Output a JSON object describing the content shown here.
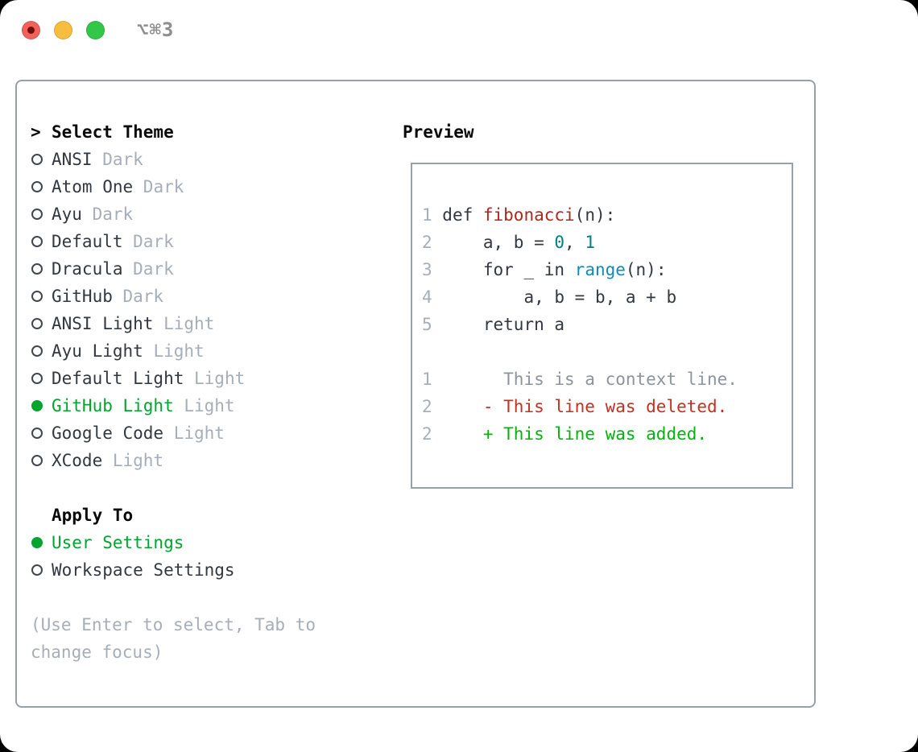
{
  "window": {
    "title": "⌥⌘3",
    "traffic_lights": [
      {
        "name": "close",
        "color": "#f2615a",
        "dot_color": "#6f100c"
      },
      {
        "name": "minimize",
        "color": "#f6bd3f",
        "dot_color": ""
      },
      {
        "name": "zoom",
        "color": "#33c748",
        "dot_color": ""
      }
    ]
  },
  "theme_picker": {
    "heading": {
      "marker": ">",
      "label": "Select Theme"
    },
    "items": [
      {
        "name": "ANSI",
        "variant": "Dark",
        "selected": false
      },
      {
        "name": "Atom One",
        "variant": "Dark",
        "selected": false
      },
      {
        "name": "Ayu",
        "variant": "Dark",
        "selected": false
      },
      {
        "name": "Default",
        "variant": "Dark",
        "selected": false
      },
      {
        "name": "Dracula",
        "variant": "Dark",
        "selected": false
      },
      {
        "name": "GitHub",
        "variant": "Dark",
        "selected": false
      },
      {
        "name": "ANSI Light",
        "variant": "Light",
        "selected": false
      },
      {
        "name": "Ayu Light",
        "variant": "Light",
        "selected": false
      },
      {
        "name": "Default Light",
        "variant": "Light",
        "selected": false
      },
      {
        "name": "GitHub Light",
        "variant": "Light",
        "selected": true
      },
      {
        "name": "Google Code",
        "variant": "Light",
        "selected": false
      },
      {
        "name": "XCode",
        "variant": "Light",
        "selected": false
      }
    ],
    "apply_to": {
      "heading": "Apply To",
      "options": [
        {
          "label": "User Settings",
          "selected": true
        },
        {
          "label": "Workspace Settings",
          "selected": false
        }
      ]
    },
    "hint_lines": [
      "(Use Enter to select, Tab to",
      "change focus)"
    ]
  },
  "preview": {
    "heading": "Preview",
    "code_lines": [
      {
        "num": "1",
        "tokens": [
          {
            "text": " def ",
            "type": "code"
          },
          {
            "text": "fibonacci",
            "type": "func"
          },
          {
            "text": "(n):",
            "type": "code"
          }
        ]
      },
      {
        "num": "2",
        "tokens": [
          {
            "text": "     a, b = ",
            "type": "code"
          },
          {
            "text": "0",
            "type": "num"
          },
          {
            "text": ", ",
            "type": "code"
          },
          {
            "text": "1",
            "type": "num"
          }
        ]
      },
      {
        "num": "3",
        "tokens": [
          {
            "text": "     for _ in ",
            "type": "code"
          },
          {
            "text": "range",
            "type": "builtin"
          },
          {
            "text": "(n):",
            "type": "code"
          }
        ]
      },
      {
        "num": "4",
        "tokens": [
          {
            "text": "         a, b = b, a + b",
            "type": "code"
          }
        ]
      },
      {
        "num": "5",
        "tokens": [
          {
            "text": "     return a",
            "type": "code"
          }
        ]
      },
      {
        "num": "",
        "tokens": []
      },
      {
        "num": "1",
        "tokens": [
          {
            "text": "       This is a context line.",
            "type": "context"
          }
        ]
      },
      {
        "num": "2",
        "tokens": [
          {
            "text": "     - This line was deleted.",
            "type": "deleted"
          }
        ]
      },
      {
        "num": "2",
        "tokens": [
          {
            "text": "     + This line was added.",
            "type": "added"
          }
        ]
      }
    ]
  },
  "colors": {
    "selection_green": "#00a42e",
    "added_green": "#00b40b",
    "deleted_red": "#c5301f",
    "func_red": "#b0271d",
    "number_teal": "#008080",
    "builtin_blue": "#0d8bbd",
    "muted_gray": "#a6aeb9",
    "context_gray": "#8d949d",
    "text_dark": "#32383f",
    "border_gray": "#98a0ab",
    "title_gray": "#8e8e8e"
  }
}
